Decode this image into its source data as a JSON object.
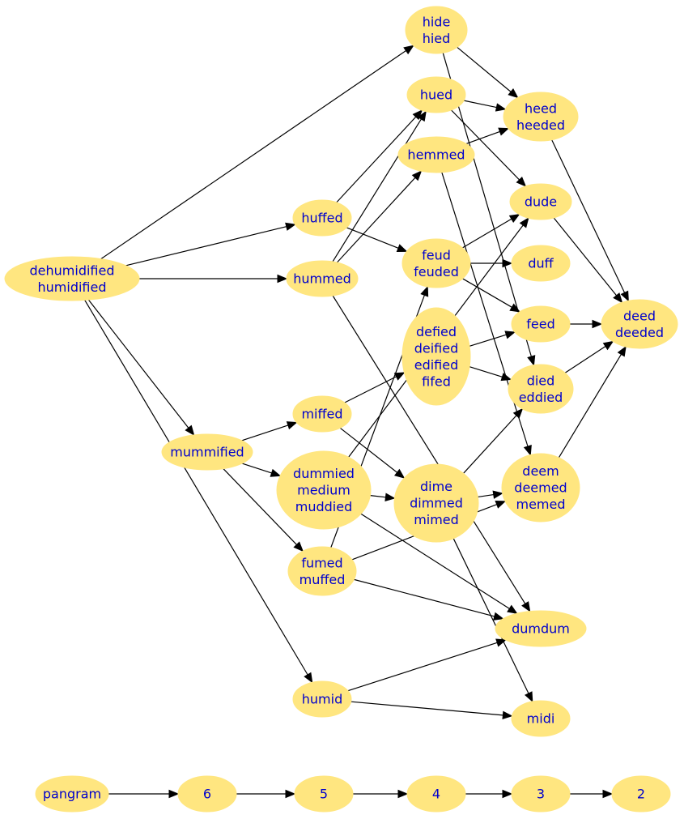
{
  "nodes": [
    {
      "id": "dehumidified",
      "lines": [
        "dehumidified",
        "humidified"
      ]
    },
    {
      "id": "hide",
      "lines": [
        "hide",
        "hied"
      ]
    },
    {
      "id": "hued",
      "lines": [
        "hued"
      ]
    },
    {
      "id": "heed",
      "lines": [
        "heed",
        "heeded"
      ]
    },
    {
      "id": "hemmed",
      "lines": [
        "hemmed"
      ]
    },
    {
      "id": "huffed",
      "lines": [
        "huffed"
      ]
    },
    {
      "id": "dude",
      "lines": [
        "dude"
      ]
    },
    {
      "id": "hummed",
      "lines": [
        "hummed"
      ]
    },
    {
      "id": "feud",
      "lines": [
        "feud",
        "feuded"
      ]
    },
    {
      "id": "duff",
      "lines": [
        "duff"
      ]
    },
    {
      "id": "deed",
      "lines": [
        "deed",
        "deeded"
      ]
    },
    {
      "id": "feed",
      "lines": [
        "feed"
      ]
    },
    {
      "id": "defied",
      "lines": [
        "defied",
        "deified",
        "edified",
        "fifed"
      ]
    },
    {
      "id": "died",
      "lines": [
        "died",
        "eddied"
      ]
    },
    {
      "id": "miffed",
      "lines": [
        "miffed"
      ]
    },
    {
      "id": "mummified",
      "lines": [
        "mummified"
      ]
    },
    {
      "id": "dummied",
      "lines": [
        "dummied",
        "medium",
        "muddied"
      ]
    },
    {
      "id": "dime",
      "lines": [
        "dime",
        "dimmed",
        "mimed"
      ]
    },
    {
      "id": "deem",
      "lines": [
        "deem",
        "deemed",
        "memed"
      ]
    },
    {
      "id": "fumed",
      "lines": [
        "fumed",
        "muffed"
      ]
    },
    {
      "id": "dumdum",
      "lines": [
        "dumdum"
      ]
    },
    {
      "id": "humid",
      "lines": [
        "humid"
      ]
    },
    {
      "id": "midi",
      "lines": [
        "midi"
      ]
    },
    {
      "id": "pangram",
      "lines": [
        "pangram"
      ]
    },
    {
      "id": "n6",
      "lines": [
        "6"
      ]
    },
    {
      "id": "n5",
      "lines": [
        "5"
      ]
    },
    {
      "id": "n4",
      "lines": [
        "4"
      ]
    },
    {
      "id": "n3",
      "lines": [
        "3"
      ]
    },
    {
      "id": "n2",
      "lines": [
        "2"
      ]
    }
  ],
  "edges": [
    [
      "dehumidified",
      "hide"
    ],
    [
      "dehumidified",
      "huffed"
    ],
    [
      "dehumidified",
      "hummed"
    ],
    [
      "dehumidified",
      "mummified"
    ],
    [
      "dehumidified",
      "humid"
    ],
    [
      "hide",
      "heed"
    ],
    [
      "hide",
      "died"
    ],
    [
      "hued",
      "heed"
    ],
    [
      "hued",
      "dude"
    ],
    [
      "heed",
      "deed"
    ],
    [
      "hemmed",
      "heed"
    ],
    [
      "hemmed",
      "deem"
    ],
    [
      "huffed",
      "hued"
    ],
    [
      "huffed",
      "feud"
    ],
    [
      "dude",
      "deed"
    ],
    [
      "hummed",
      "hued"
    ],
    [
      "hummed",
      "hemmed"
    ],
    [
      "hummed",
      "dumdum"
    ],
    [
      "feud",
      "dude"
    ],
    [
      "feud",
      "duff"
    ],
    [
      "feud",
      "feed"
    ],
    [
      "feed",
      "deed"
    ],
    [
      "defied",
      "feed"
    ],
    [
      "defied",
      "died"
    ],
    [
      "died",
      "deed"
    ],
    [
      "miffed",
      "defied"
    ],
    [
      "miffed",
      "dime"
    ],
    [
      "mummified",
      "miffed"
    ],
    [
      "mummified",
      "dummied"
    ],
    [
      "mummified",
      "fumed"
    ],
    [
      "dummied",
      "dude"
    ],
    [
      "dummied",
      "dime"
    ],
    [
      "dummied",
      "dumdum"
    ],
    [
      "dime",
      "died"
    ],
    [
      "dime",
      "deem"
    ],
    [
      "dime",
      "midi"
    ],
    [
      "deem",
      "deed"
    ],
    [
      "fumed",
      "feud"
    ],
    [
      "fumed",
      "deem"
    ],
    [
      "fumed",
      "dumdum"
    ],
    [
      "humid",
      "dumdum"
    ],
    [
      "humid",
      "midi"
    ],
    [
      "pangram",
      "n6"
    ],
    [
      "n6",
      "n5"
    ],
    [
      "n5",
      "n4"
    ],
    [
      "n4",
      "n3"
    ],
    [
      "n3",
      "n2"
    ]
  ]
}
